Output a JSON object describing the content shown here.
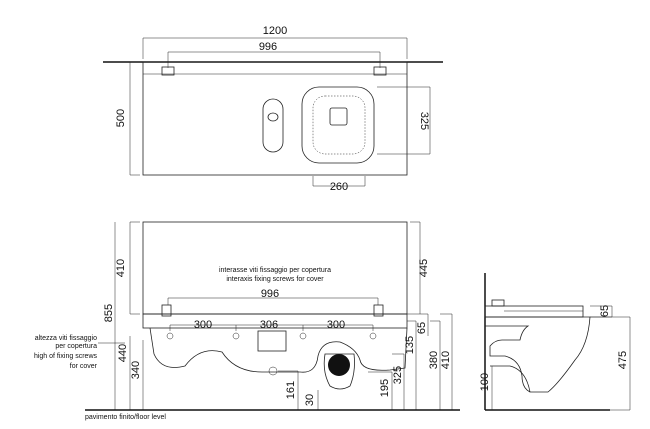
{
  "top_view": {
    "dim_width": "1200",
    "dim_screws": "996",
    "dim_depth": "500",
    "dim_basin_depth": "325",
    "dim_basin_width": "260"
  },
  "front_view": {
    "dim_cover_height": "410",
    "dim_total_height": "855",
    "dim_cover_right": "445",
    "note_it": "interasse viti fissaggio per copertura",
    "note_en": "interaxis fixing screws for cover",
    "dim_screws": "996",
    "dim_300_left": "300",
    "dim_306": "306",
    "dim_300_right": "300",
    "dim_135": "135",
    "dim_65": "65",
    "dim_380": "380",
    "dim_410_right": "410",
    "dim_325": "325",
    "dim_195": "195",
    "dim_440": "440",
    "dim_340": "340",
    "dim_161": "161",
    "dim_30": "30",
    "screw_note_it_1": "altezza viti fissaggio",
    "screw_note_it_2": "per copertura",
    "screw_note_en_1": "high of fixing screws",
    "screw_note_en_2": "for cover",
    "floor_label": "pavimento finito/floor level"
  },
  "side_view": {
    "dim_100": "100",
    "dim_65": "65",
    "dim_475": "475"
  }
}
